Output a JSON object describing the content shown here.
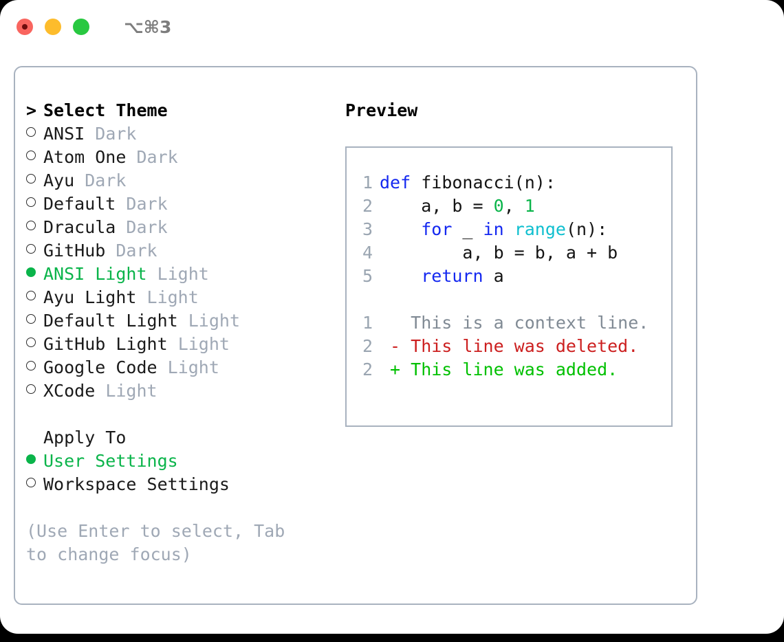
{
  "titlebar": {
    "lights": [
      {
        "name": "close",
        "color": "#f9655f"
      },
      {
        "name": "minimize",
        "color": "#fdbc2c"
      },
      {
        "name": "maximize",
        "color": "#28c840"
      }
    ],
    "shortcut": "⌥⌘3"
  },
  "colors": {
    "accent_green": "#0ab44a",
    "muted": "#9fa8b5",
    "border": "#a8b2bf",
    "keyword": "#1428f0",
    "function": "#0fbfcf",
    "number": "#0ab44a",
    "diff_added": "#00c000",
    "diff_deleted": "#cc1f1f",
    "diff_context": "#808a94"
  },
  "theme_picker": {
    "prompt_marker": ">",
    "heading": "Select Theme",
    "radio_unselected": "○",
    "radio_selected": "●",
    "items": [
      {
        "name": "ANSI",
        "variant": "Dark",
        "selected": false
      },
      {
        "name": "Atom One",
        "variant": "Dark",
        "selected": false
      },
      {
        "name": "Ayu",
        "variant": "Dark",
        "selected": false
      },
      {
        "name": "Default",
        "variant": "Dark",
        "selected": false
      },
      {
        "name": "Dracula",
        "variant": "Dark",
        "selected": false
      },
      {
        "name": "GitHub",
        "variant": "Dark",
        "selected": false
      },
      {
        "name": "ANSI Light",
        "variant": "Light",
        "selected": true
      },
      {
        "name": "Ayu Light",
        "variant": "Light",
        "selected": false
      },
      {
        "name": "Default Light",
        "variant": "Light",
        "selected": false
      },
      {
        "name": "GitHub Light",
        "variant": "Light",
        "selected": false
      },
      {
        "name": "Google Code",
        "variant": "Light",
        "selected": false
      },
      {
        "name": "XCode",
        "variant": "Light",
        "selected": false
      }
    ]
  },
  "apply_to": {
    "title": "Apply To",
    "options": [
      {
        "label": "User Settings",
        "selected": true
      },
      {
        "label": "Workspace Settings",
        "selected": false
      }
    ]
  },
  "hint": "(Use Enter to select, Tab to change focus)",
  "preview": {
    "title": "Preview",
    "code_lines": [
      {
        "number": "1",
        "tokens": [
          {
            "text": "def ",
            "kind": "kw"
          },
          {
            "text": "fibonacci(n):",
            "kind": "txt"
          }
        ]
      },
      {
        "number": "2",
        "tokens": [
          {
            "text": "    a, b = ",
            "kind": "txt"
          },
          {
            "text": "0",
            "kind": "num"
          },
          {
            "text": ", ",
            "kind": "txt"
          },
          {
            "text": "1",
            "kind": "num"
          }
        ]
      },
      {
        "number": "3",
        "tokens": [
          {
            "text": "    ",
            "kind": "txt"
          },
          {
            "text": "for",
            "kind": "kw"
          },
          {
            "text": " _ ",
            "kind": "txt"
          },
          {
            "text": "in",
            "kind": "kw"
          },
          {
            "text": " ",
            "kind": "txt"
          },
          {
            "text": "range",
            "kind": "fn"
          },
          {
            "text": "(n):",
            "kind": "txt"
          }
        ]
      },
      {
        "number": "4",
        "tokens": [
          {
            "text": "        a, b = b, a + b",
            "kind": "txt"
          }
        ]
      },
      {
        "number": "5",
        "tokens": [
          {
            "text": "    ",
            "kind": "txt"
          },
          {
            "text": "return",
            "kind": "kw"
          },
          {
            "text": " a",
            "kind": "txt"
          }
        ]
      }
    ],
    "diff_lines": [
      {
        "number": "1",
        "marker": " ",
        "text": "This is a context line.",
        "kind": "ctx"
      },
      {
        "number": "2",
        "marker": "-",
        "text": "This line was deleted.",
        "kind": "del"
      },
      {
        "number": "2",
        "marker": "+",
        "text": "This line was added.",
        "kind": "add"
      }
    ]
  }
}
